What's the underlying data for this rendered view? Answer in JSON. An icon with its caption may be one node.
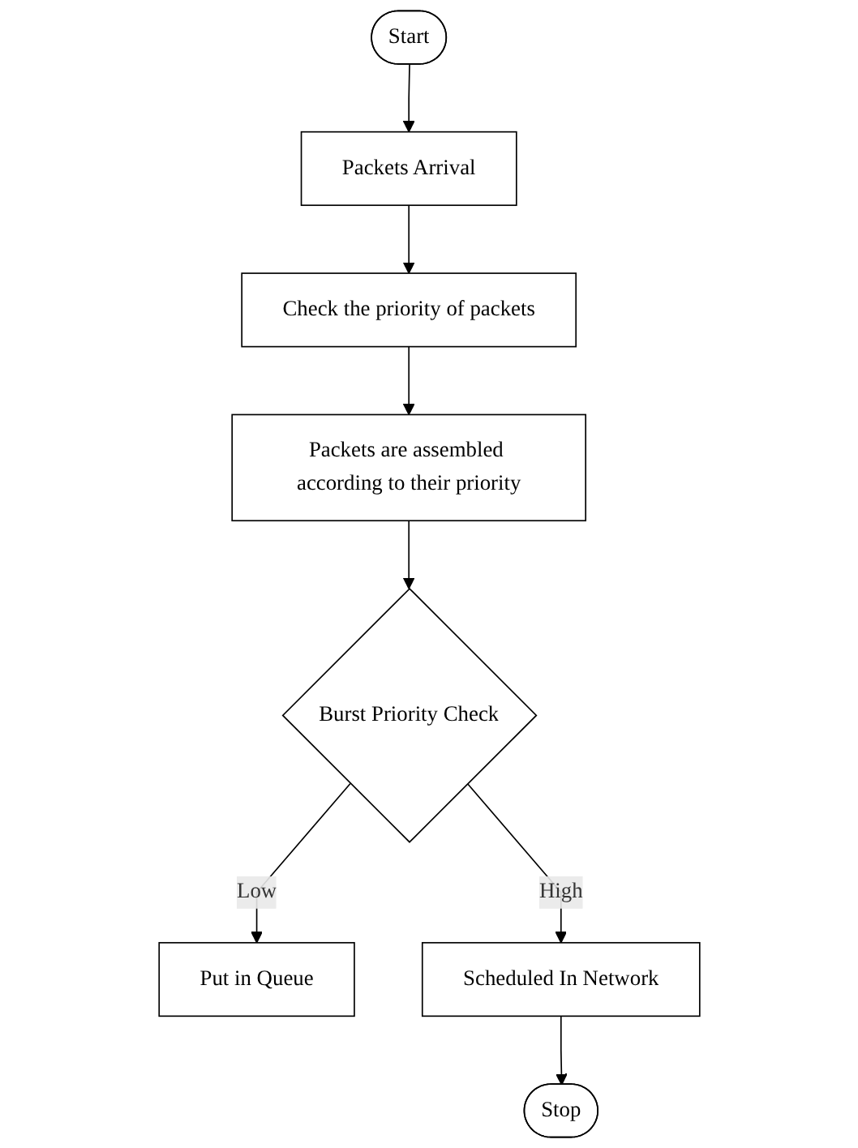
{
  "diagram": {
    "nodes": [
      {
        "text": [
          "Start"
        ]
      },
      {
        "text": [
          "Packets Arrival"
        ]
      },
      {
        "text": [
          "Check the priority of packets"
        ]
      },
      {
        "text": [
          "Packets are assembled according to their priority"
        ]
      },
      {
        "text": [
          "Burst Priority Check"
        ]
      },
      {
        "text": [
          "Put in Queue"
        ]
      },
      {
        "text": [
          "Scheduled In Network"
        ]
      },
      {
        "text": [
          "Stop"
        ]
      }
    ],
    "edges": [
      {
        "from": 0,
        "to": 1,
        "arrow": "to"
      },
      {
        "from": 1,
        "to": 2,
        "arrow": "to"
      },
      {
        "from": 2,
        "to": 3,
        "arrow": "to"
      },
      {
        "from": 3,
        "to": 4,
        "arrow": "to"
      },
      {
        "from": 4,
        "to": 5,
        "arrow": "to",
        "label": "Low"
      },
      {
        "from": 4,
        "to": 6,
        "arrow": "to",
        "label": "High"
      },
      {
        "from": 6,
        "to": 7,
        "arrow": "to"
      }
    ]
  }
}
